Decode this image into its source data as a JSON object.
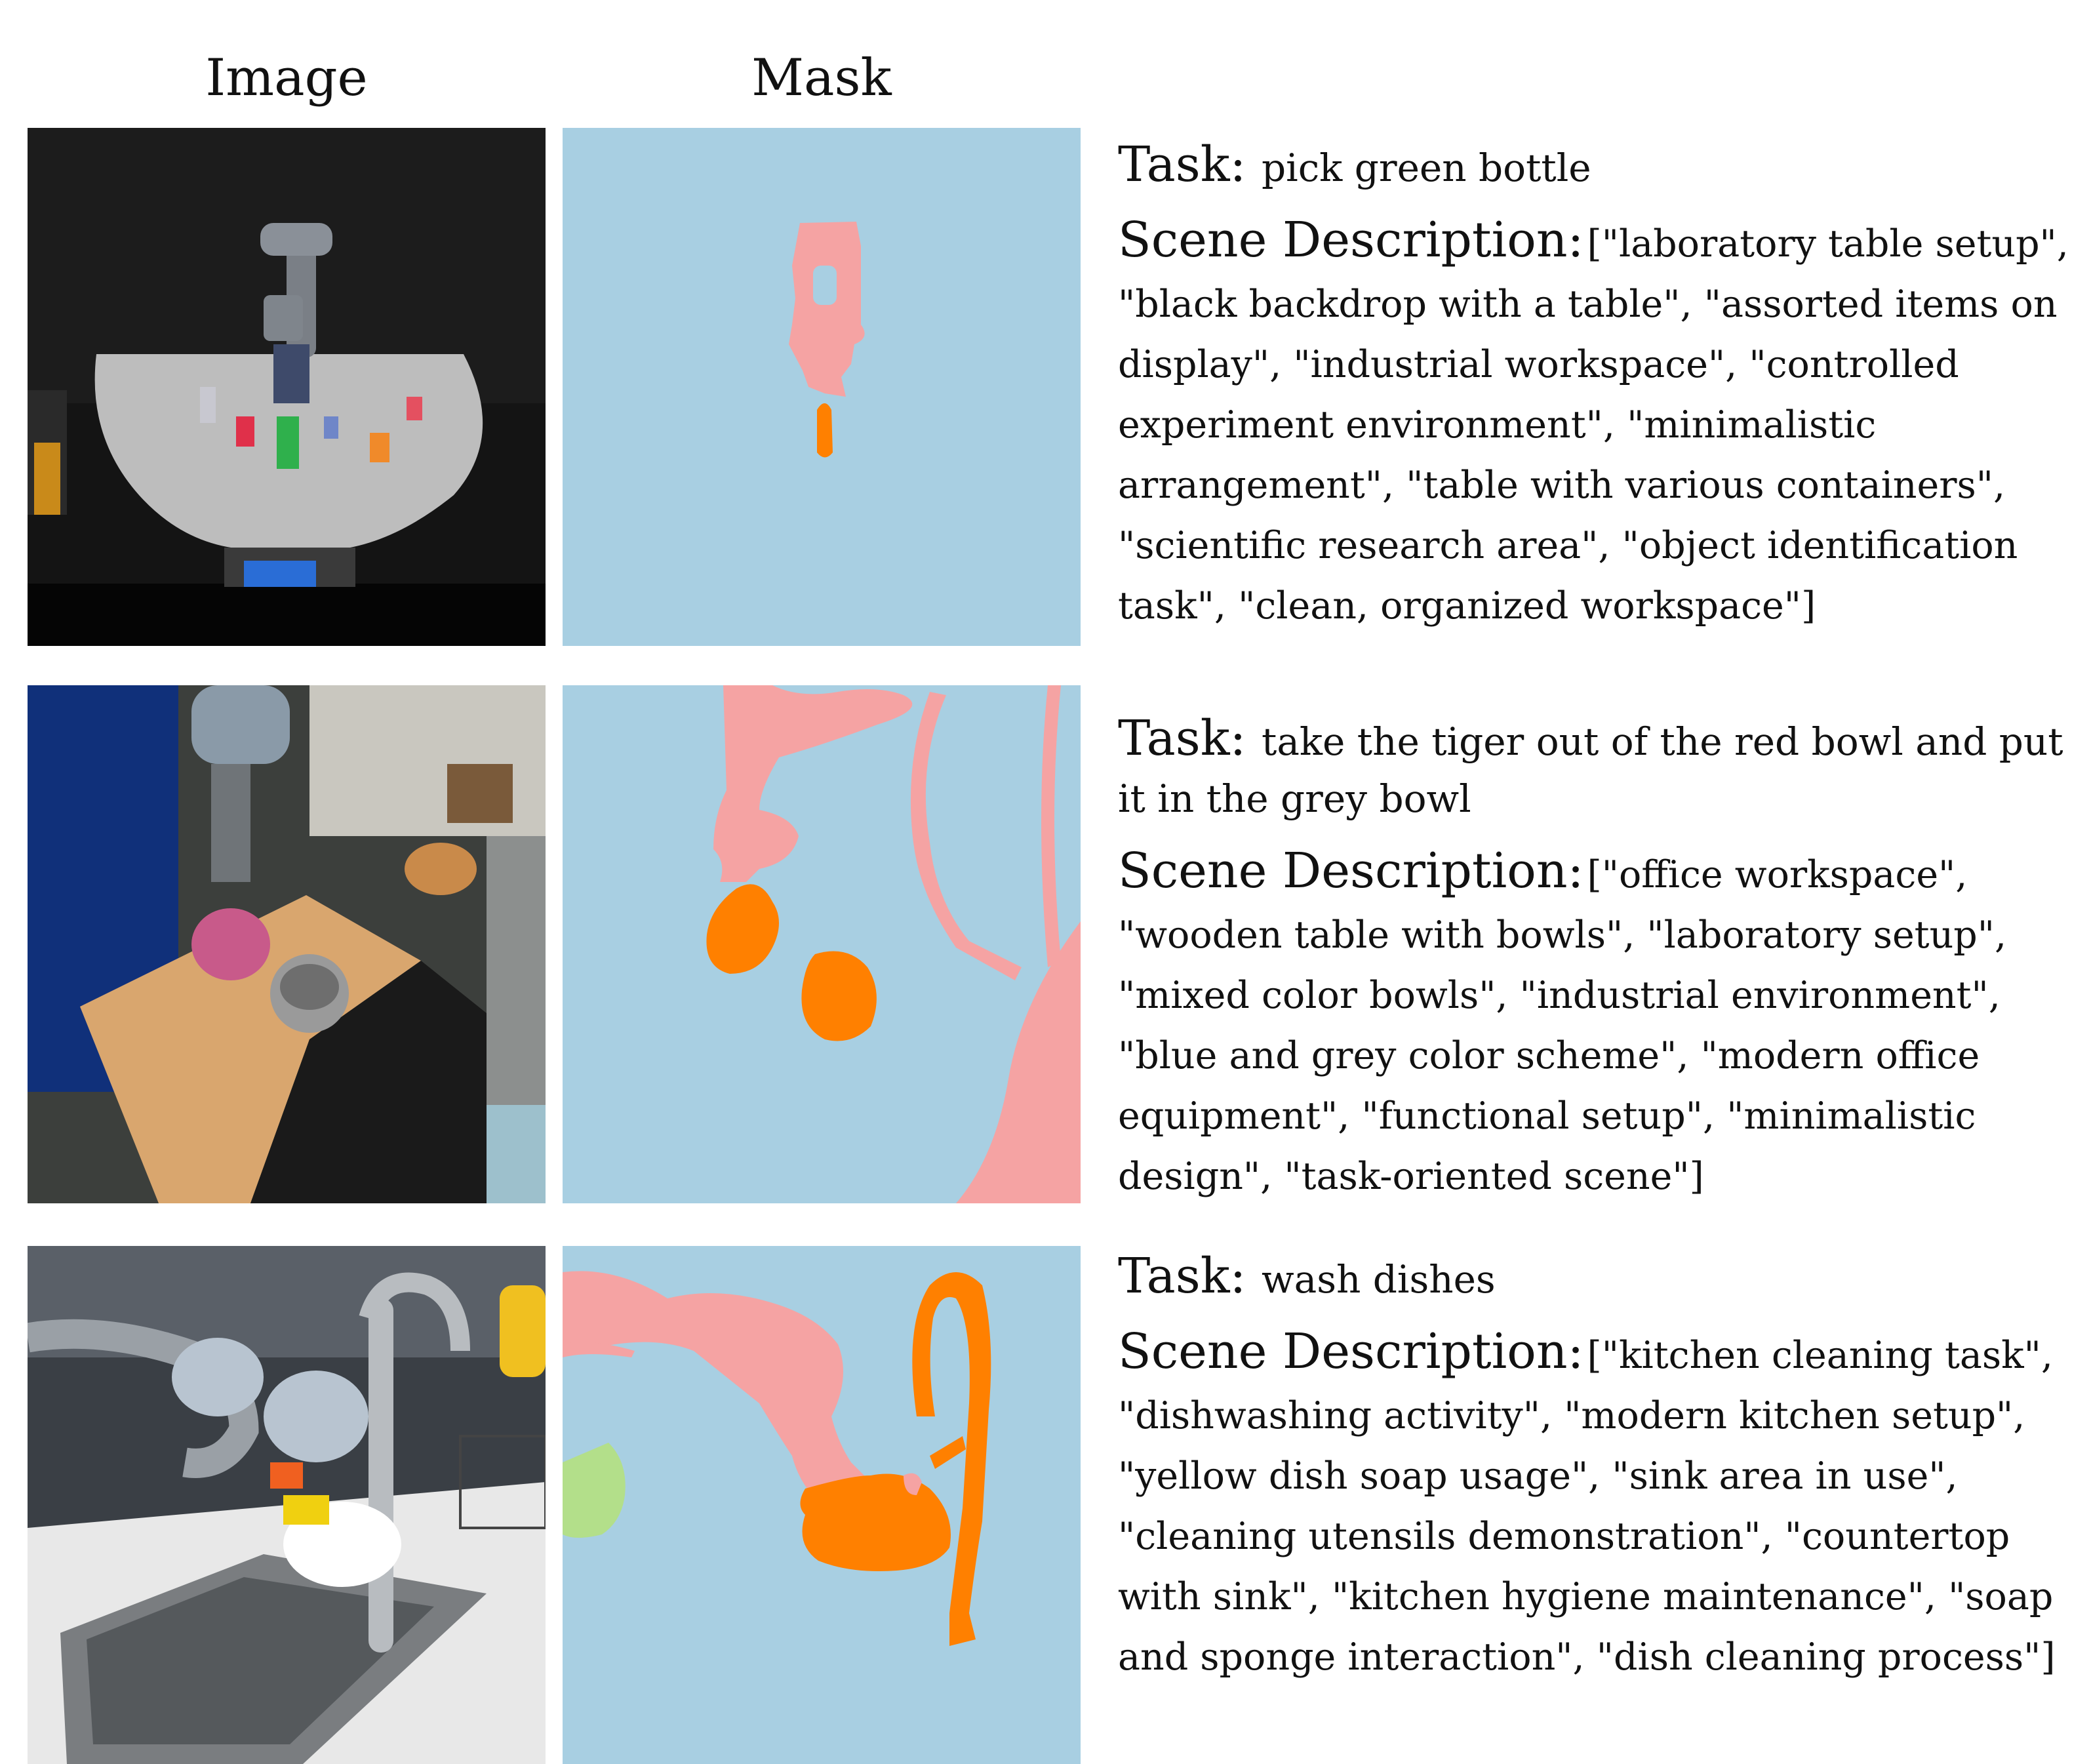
{
  "headers": {
    "image": "Image",
    "mask": "Mask"
  },
  "labels": {
    "task": "Task:",
    "scene": "Scene Description:"
  },
  "colors": {
    "background": "#a8cfe2",
    "robot": "#f5a3a3",
    "object": "#ff8000",
    "other": "#b3df8a"
  },
  "rows": [
    {
      "task": "pick green bottle",
      "scene": "[\"laboratory table setup\", \"black backdrop with a table\", \"assorted items on display\", \"industrial workspace\", \"controlled experiment environment\", \"minimalistic arrangement\", \"table with various containers\", \"scientific research area\", \"object identification task\", \"clean, organized workspace\"]"
    },
    {
      "task": "take the tiger out of the red bowl and put it in the grey bowl",
      "scene": "[\"office workspace\", \"wooden table with bowls\", \"laboratory setup\", \"mixed color bowls\", \"industrial environment\", \"blue and grey color scheme\", \"modern office equipment\", \"functional setup\", \"minimalistic design\", \"task-oriented scene\"]"
    },
    {
      "task": "wash dishes",
      "scene": "[\"kitchen cleaning task\", \"dishwashing activity\", \"modern kitchen setup\", \"yellow dish soap usage\", \"sink area in use\", \"cleaning utensils demonstration\", \"countertop with sink\", \"kitchen hygiene maintenance\", \"soap and sponge interaction\", \"dish cleaning process\"]"
    }
  ]
}
